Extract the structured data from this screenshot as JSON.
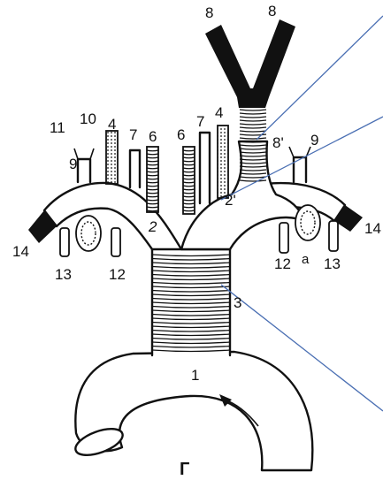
{
  "labels": {
    "n1": "1",
    "n2": "2",
    "n2p": "2'",
    "n3": "3",
    "n4l": "4",
    "n4r": "4",
    "n6l": "6",
    "n6r": "6",
    "n7l": "7",
    "n7r": "7",
    "n8l": "8",
    "n8r": "8",
    "n8p": "8'",
    "n9l": "9",
    "n9r": "9",
    "n10": "10",
    "n11": "11",
    "n12l": "12",
    "n12r": "12",
    "n13l": "13",
    "n13r": "13",
    "n14l": "14",
    "n14r": "14",
    "a": "a",
    "gamma": "Г"
  },
  "colors": {
    "ink": "#111111",
    "pointer": "#4a6fb3",
    "background": "#ffffff"
  }
}
